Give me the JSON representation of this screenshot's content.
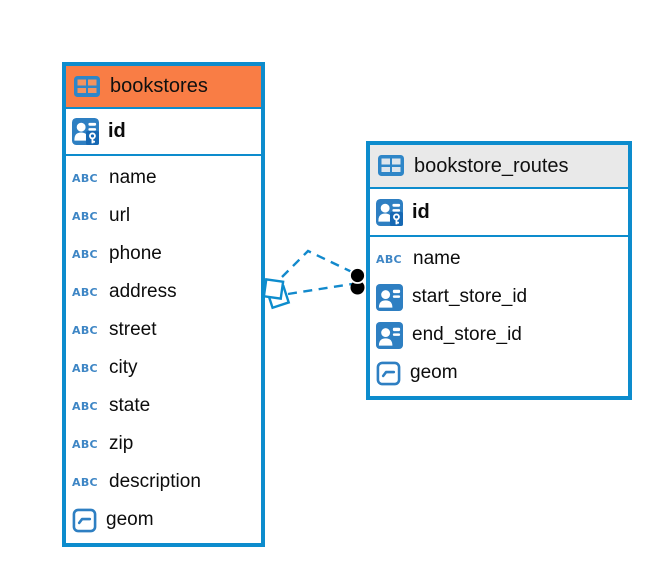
{
  "diagram": {
    "abc_label": "ABC",
    "colors": {
      "accent_blue": "#0d8ccd",
      "relation_blue": "#1289cc",
      "bookstores_header": "#f97d45",
      "bookstore_routes_header": "#e9e9e9",
      "canvas_background": "#ffffff",
      "text": "#0c0c0c"
    },
    "tables": [
      {
        "name": "bookstores",
        "columns": [
          {
            "name": "id",
            "type_icon": "primary-key"
          },
          {
            "name": "name",
            "type_icon": "text"
          },
          {
            "name": "url",
            "type_icon": "text"
          },
          {
            "name": "phone",
            "type_icon": "text"
          },
          {
            "name": "address",
            "type_icon": "text"
          },
          {
            "name": "street",
            "type_icon": "text"
          },
          {
            "name": "city",
            "type_icon": "text"
          },
          {
            "name": "state",
            "type_icon": "text"
          },
          {
            "name": "zip",
            "type_icon": "text"
          },
          {
            "name": "description",
            "type_icon": "text"
          },
          {
            "name": "geom",
            "type_icon": "geometry"
          }
        ]
      },
      {
        "name": "bookstore_routes",
        "columns": [
          {
            "name": "id",
            "type_icon": "primary-key"
          },
          {
            "name": "name",
            "type_icon": "text"
          },
          {
            "name": "start_store_id",
            "type_icon": "reference"
          },
          {
            "name": "end_store_id",
            "type_icon": "reference"
          },
          {
            "name": "geom",
            "type_icon": "geometry"
          }
        ]
      }
    ],
    "relations": [
      {
        "from": "bookstore_routes",
        "to": "bookstores",
        "style": "dashed"
      },
      {
        "from": "bookstore_routes",
        "to": "bookstores",
        "style": "dashed"
      }
    ]
  }
}
